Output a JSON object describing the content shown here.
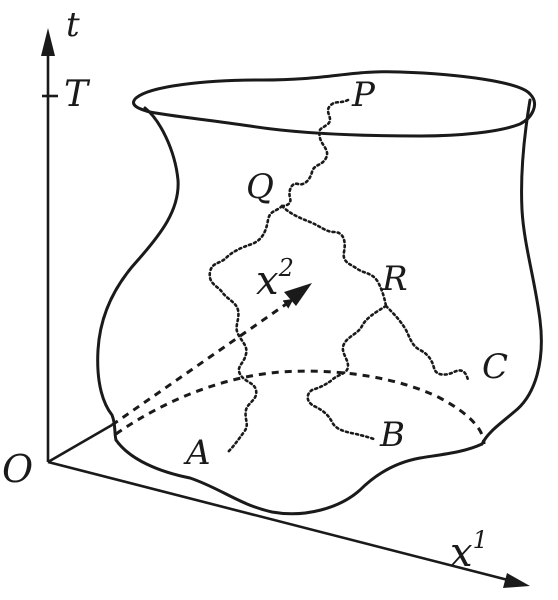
{
  "axes": {
    "t": "t",
    "T": "T",
    "O": "O",
    "x1": "x",
    "x1_sup": "1",
    "x2": "x",
    "x2_sup": "2"
  },
  "points": {
    "P": "P",
    "Q": "Q",
    "R": "R",
    "A": "A",
    "B": "B",
    "C": "C"
  }
}
